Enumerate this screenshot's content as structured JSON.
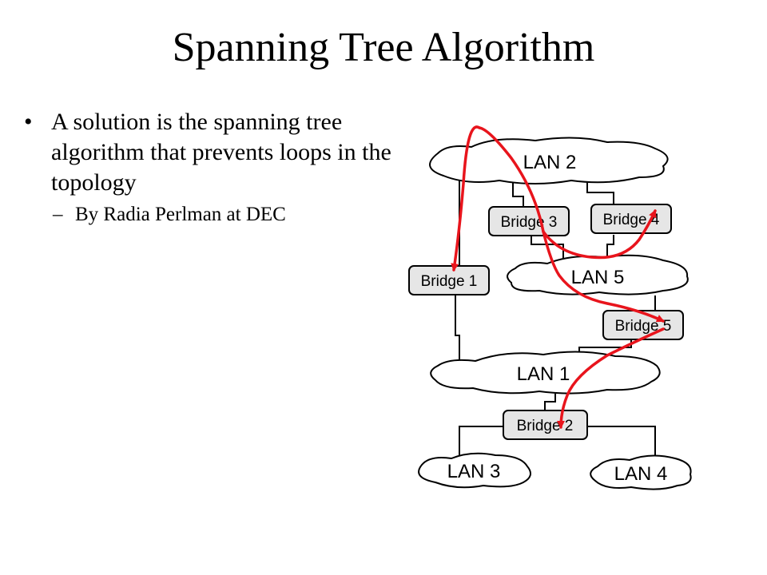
{
  "slide": {
    "title": "Spanning Tree Algorithm",
    "bullets": [
      {
        "marker": "•",
        "text": "A solution is  the spanning tree algorithm  that  prevents loops  in the topology",
        "sub_bullets": [
          {
            "marker": "–",
            "text": "By Radia Perlman at DEC"
          }
        ]
      }
    ]
  },
  "diagram": {
    "lans": [
      {
        "id": "lan2",
        "label": "LAN 2"
      },
      {
        "id": "lan5",
        "label": "LAN 5"
      },
      {
        "id": "lan1",
        "label": "LAN 1"
      },
      {
        "id": "lan3",
        "label": "LAN 3"
      },
      {
        "id": "lan4",
        "label": "LAN 4"
      }
    ],
    "bridges": [
      {
        "id": "bridge1",
        "label": "Bridge 1"
      },
      {
        "id": "bridge2",
        "label": "Bridge 2"
      },
      {
        "id": "bridge3",
        "label": "Bridge 3"
      },
      {
        "id": "bridge4",
        "label": "Bridge 4"
      },
      {
        "id": "bridge5",
        "label": "Bridge 5"
      }
    ],
    "colors": {
      "arrow": "#e8141c",
      "bridge_fill": "#e6e6e6",
      "cloud_fill": "#ffffff",
      "line": "#000000"
    }
  }
}
